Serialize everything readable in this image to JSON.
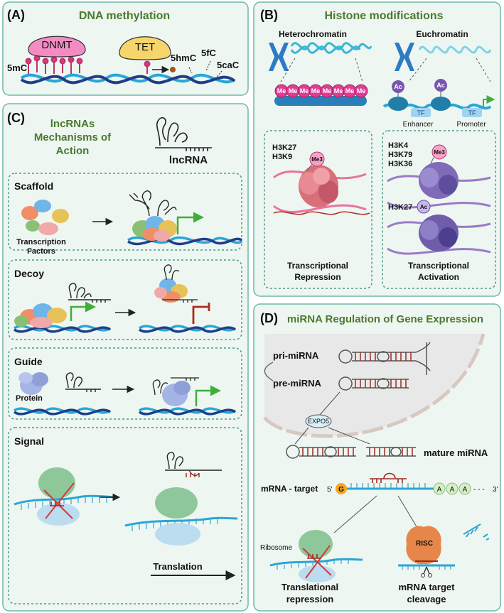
{
  "panelA": {
    "letter": "(A)",
    "title": "DNA methylation",
    "enzymes": {
      "dnmt": "DNMT",
      "tet": "TET"
    },
    "marks": {
      "m5c": "5mC",
      "hmc": "5hmC",
      "fc": "5fC",
      "cac": "5caC"
    }
  },
  "panelB": {
    "letter": "(B)",
    "title": "Histone modifications",
    "heterochromatin": "Heterochromatin",
    "euchromatin": "Euchromatin",
    "me_label": "Me",
    "ac_label": "Ac",
    "tf_label": "TF",
    "enhancer": "Enhancer",
    "promoter": "Promoter",
    "left_marks": [
      "H3K27",
      "H3K9"
    ],
    "me3": "Me3",
    "right_marks_me": [
      "H3K4",
      "H3K79",
      "H3K36"
    ],
    "right_mark_ac": "H3K27",
    "repression": [
      "Transcriptional",
      "Repression"
    ],
    "activation": [
      "Transcriptional",
      "Activation"
    ]
  },
  "panelC": {
    "letter": "(C)",
    "title": [
      "lncRNAs",
      "Mechanisms of",
      "Action"
    ],
    "lncrna_label": "lncRNA",
    "boxes": {
      "scaffold": "Scaffold",
      "transcription_factors": [
        "Transcription",
        "Factors"
      ],
      "decoy": "Decoy",
      "guide": "Guide",
      "protein": "Protein",
      "signal": "Signal",
      "translation": "Translation"
    }
  },
  "panelD": {
    "letter": "(D)",
    "title": "miRNA Regulation of Gene Expression",
    "pri": "pri-miRNA",
    "pre": "pre-miRNA",
    "expo": "EXPO5",
    "mature": "mature miRNA",
    "mrna_target": "mRNA - target",
    "five": "5'",
    "three": "3'",
    "cap": "G",
    "polya": [
      "A",
      "A",
      "A"
    ],
    "dashes": "- - -",
    "ribosome": "Ribosome",
    "risc": "RISC",
    "trans_rep": [
      "Translational",
      "repression"
    ],
    "cleavage": [
      "mRNA target",
      "cleavage"
    ]
  },
  "colors": {
    "panel_bg": "#eef6f1",
    "panel_border": "#6fb8a8",
    "title_green": "#4a7a2e",
    "dna_blue": "#2aa6d6",
    "dna_navy": "#1d3f8a",
    "pink": "#e8539a",
    "yellow": "#f6d66b",
    "green_arrow": "#3fae3a",
    "red": "#b02a1f",
    "mirna_red": "#9c2a22"
  }
}
